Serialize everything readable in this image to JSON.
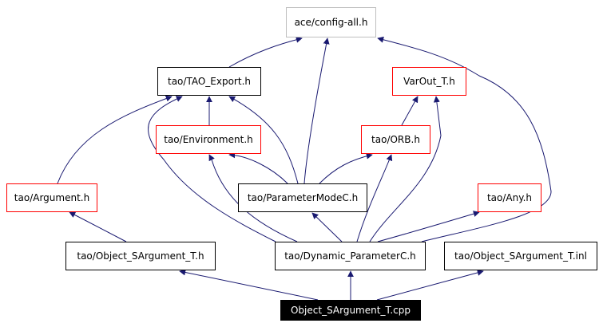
{
  "graph": {
    "type": "include-dependency-graph",
    "edge_color": "#191970",
    "nodes": [
      {
        "id": "config_all",
        "label": "ace/config-all.h",
        "style": "gray"
      },
      {
        "id": "tao_export",
        "label": "tao/TAO_Export.h",
        "style": "black"
      },
      {
        "id": "varout",
        "label": "VarOut_T.h",
        "style": "red"
      },
      {
        "id": "environment",
        "label": "tao/Environment.h",
        "style": "red"
      },
      {
        "id": "orb",
        "label": "tao/ORB.h",
        "style": "red"
      },
      {
        "id": "argument",
        "label": "tao/Argument.h",
        "style": "red"
      },
      {
        "id": "parametermode",
        "label": "tao/ParameterModeC.h",
        "style": "black"
      },
      {
        "id": "any",
        "label": "tao/Any.h",
        "style": "red"
      },
      {
        "id": "object_sarg_h",
        "label": "tao/Object_SArgument_T.h",
        "style": "black"
      },
      {
        "id": "dynamic_param",
        "label": "tao/Dynamic_ParameterC.h",
        "style": "black"
      },
      {
        "id": "object_sarg_inl",
        "label": "tao/Object_SArgument_T.inl",
        "style": "black"
      },
      {
        "id": "root",
        "label": "Object_SArgument_T.cpp",
        "style": "root"
      }
    ],
    "edges": [
      {
        "from": "tao_export",
        "to": "config_all"
      },
      {
        "from": "parametermode",
        "to": "config_all"
      },
      {
        "from": "dynamic_param",
        "to": "config_all"
      },
      {
        "from": "environment",
        "to": "tao_export"
      },
      {
        "from": "argument",
        "to": "tao_export"
      },
      {
        "from": "dynamic_param",
        "to": "tao_export"
      },
      {
        "from": "parametermode",
        "to": "tao_export"
      },
      {
        "from": "orb",
        "to": "varout"
      },
      {
        "from": "dynamic_param",
        "to": "varout"
      },
      {
        "from": "parametermode",
        "to": "environment"
      },
      {
        "from": "dynamic_param",
        "to": "environment"
      },
      {
        "from": "parametermode",
        "to": "orb"
      },
      {
        "from": "dynamic_param",
        "to": "orb"
      },
      {
        "from": "object_sarg_h",
        "to": "argument"
      },
      {
        "from": "dynamic_param",
        "to": "parametermode"
      },
      {
        "from": "dynamic_param",
        "to": "any"
      },
      {
        "from": "root",
        "to": "object_sarg_h"
      },
      {
        "from": "root",
        "to": "dynamic_param"
      },
      {
        "from": "root",
        "to": "object_sarg_inl"
      }
    ]
  }
}
